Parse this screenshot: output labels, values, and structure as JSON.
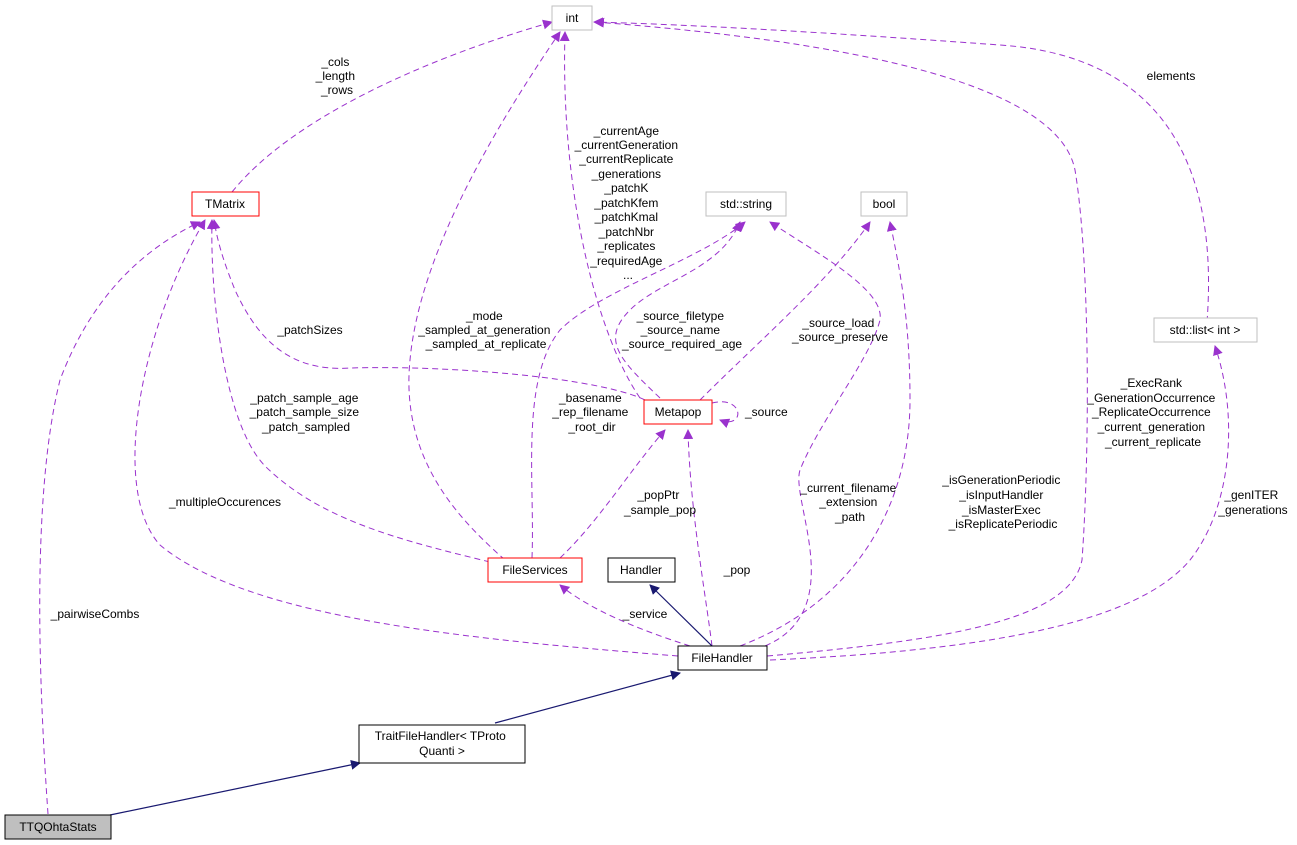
{
  "colors": {
    "usage_edge": "#9a32cd",
    "inherit_edge": "#191970",
    "node_red_border": "#ff0000",
    "node_gray_border": "#bfbfbf",
    "node_black_border": "#000000",
    "current_node_fill": "#bfbfbf"
  },
  "nodes": {
    "int": "int",
    "tmatrix": "TMatrix",
    "std_string": "std::string",
    "bool": "bool",
    "std_list": "std::list< int >",
    "metapop": "Metapop",
    "file_services": "FileServices",
    "handler": "Handler",
    "file_handler": "FileHandler",
    "trait_file_handler": [
      "TraitFileHandler< TProto",
      "Quanti >"
    ],
    "ttq_ohta_stats": "TTQOhtaStats"
  },
  "edge_labels": {
    "tmatrix_int": [
      "_cols",
      "_length",
      "_rows"
    ],
    "metapop_int": [
      "_currentAge",
      "_currentGeneration",
      "_currentReplicate",
      "_generations",
      "_patchK",
      "_patchKfem",
      "_patchKmal",
      "_patchNbr",
      "_replicates",
      "_requiredAge",
      "..."
    ],
    "list_int": [
      "elements"
    ],
    "fileservices_int": [
      "_mode",
      "_sampled_at_generation",
      "_sampled_at_replicate"
    ],
    "metapop_tmatrix": [
      "_patchSizes"
    ],
    "metapop_string": [
      "_source_filetype",
      "_source_name",
      "_source_required_age"
    ],
    "metapop_bool": [
      "_source_load",
      "_source_preserve"
    ],
    "fileservices_tmatrix": [
      "_patch_sample_age",
      "_patch_sample_size",
      "_patch_sampled"
    ],
    "fileservices_string": [
      "_basename",
      "_rep_filename",
      "_root_dir"
    ],
    "metapop_self": [
      "_source"
    ],
    "filehandler_int": [
      "_ExecRank",
      "_GenerationOccurrence",
      "_ReplicateOccurrence",
      "_current_generation",
      "_current_replicate"
    ],
    "filehandler_tmatrix": [
      "_multipleOccurences"
    ],
    "fileservices_metapop": [
      "_popPtr",
      "_sample_pop"
    ],
    "filehandler_string": [
      "_current_filename",
      "_extension",
      "_path"
    ],
    "filehandler_bool": [
      "_isGenerationPeriodic",
      "_isInputHandler",
      "_isMasterExec",
      "_isReplicatePeriodic"
    ],
    "filehandler_list": [
      "_genITER",
      "_generations"
    ],
    "filehandler_metapop": [
      "_pop"
    ],
    "ttq_tmatrix": [
      "_pairwiseCombs"
    ],
    "filehandler_fileservices": [
      "_service"
    ]
  }
}
